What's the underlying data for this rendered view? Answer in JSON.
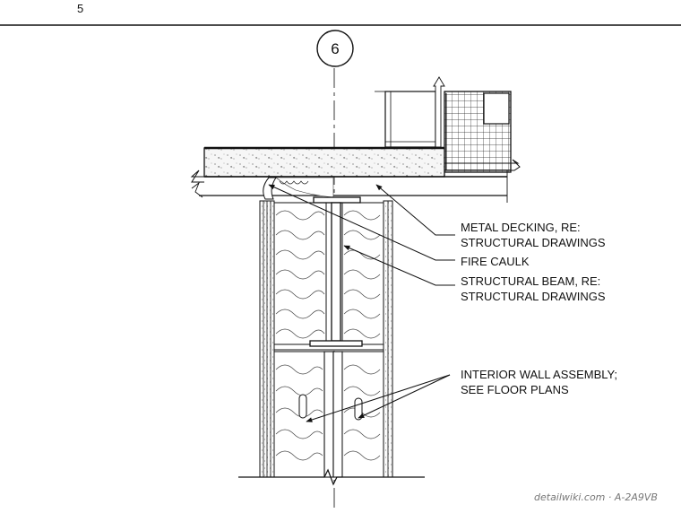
{
  "page": {
    "number": "5",
    "watermark": "detailwiki.com · A-2A9VB"
  },
  "detail": {
    "grid_bubble": "6",
    "callouts": [
      {
        "id": "metal-decking",
        "lines": [
          "METAL DECKING, RE:",
          "STRUCTURAL DRAWINGS"
        ]
      },
      {
        "id": "fire-caulk",
        "lines": [
          "FIRE CAULK"
        ]
      },
      {
        "id": "structural-beam",
        "lines": [
          "STRUCTURAL BEAM, RE:",
          "STRUCTURAL DRAWINGS"
        ]
      },
      {
        "id": "interior-wall",
        "lines": [
          "INTERIOR WALL ASSEMBLY;",
          "SEE FLOOR PLANS"
        ]
      }
    ]
  },
  "colors": {
    "line": "#111111",
    "concrete_fill": "#f4f4f4",
    "hatch": "#333333"
  }
}
